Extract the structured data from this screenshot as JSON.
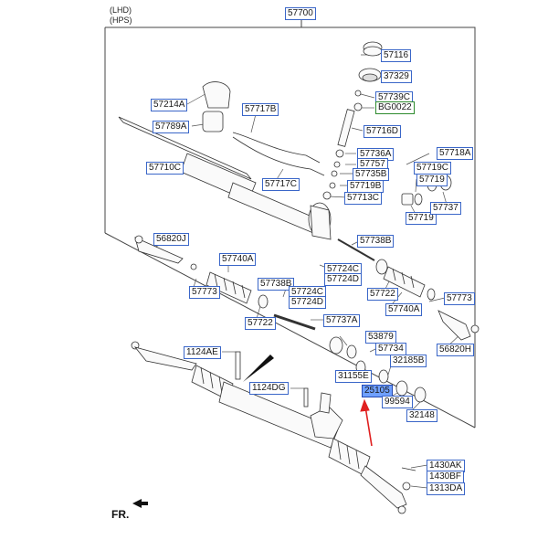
{
  "header": {
    "lhd": "(LHD)",
    "hps": "(HPS)"
  },
  "assembly_label": "57700",
  "direction_label": "FR.",
  "callouts": {
    "c57116": "57116",
    "c37329": "37329",
    "c57739C": "57739C",
    "cBG0022": "BG0022",
    "c57716D": "57716D",
    "c57214A": "57214A",
    "c57717B": "57717B",
    "c57789A": "57789A",
    "c57736A": "57736A",
    "c57757": "57757",
    "c57735B": "57735B",
    "c57719B": "57719B",
    "c57713C": "57713C",
    "c57710C": "57710C",
    "c57717C": "57717C",
    "c57718A": "57718A",
    "c57719C": "57719C",
    "c57719a": "57719",
    "c57719b": "57719",
    "c57737": "57737",
    "c56820J": "56820J",
    "c57740Aa": "57740A",
    "c57738Ba": "57738B",
    "c57724Ca": "57724C",
    "c57724Da": "57724D",
    "c57773a": "57773",
    "c57722a": "57722",
    "c57738Bb": "57738B",
    "c57724Cb": "57724C",
    "c57724Db": "57724D",
    "c57722b": "57722",
    "c57740Ab": "57740A",
    "c57773b": "57773",
    "c57737A": "57737A",
    "c53879": "53879",
    "c57734": "57734",
    "c56820H": "56820H",
    "c1124AE": "1124AE",
    "c31155E": "31155E",
    "c32185B": "32185B",
    "c1124DG": "1124DG",
    "c25105": "25105",
    "c99594": "99594",
    "c32148": "32148",
    "c1430AK": "1430AK",
    "c1430BF": "1430BF",
    "c1313DA": "1313DA"
  },
  "colors": {
    "callout_border": "#3a66c8",
    "highlight_fill": "#6fa0ff",
    "highlight_border_green": "#2e8b2e",
    "arrow_red": "#e02020",
    "line_art": "#333333"
  }
}
